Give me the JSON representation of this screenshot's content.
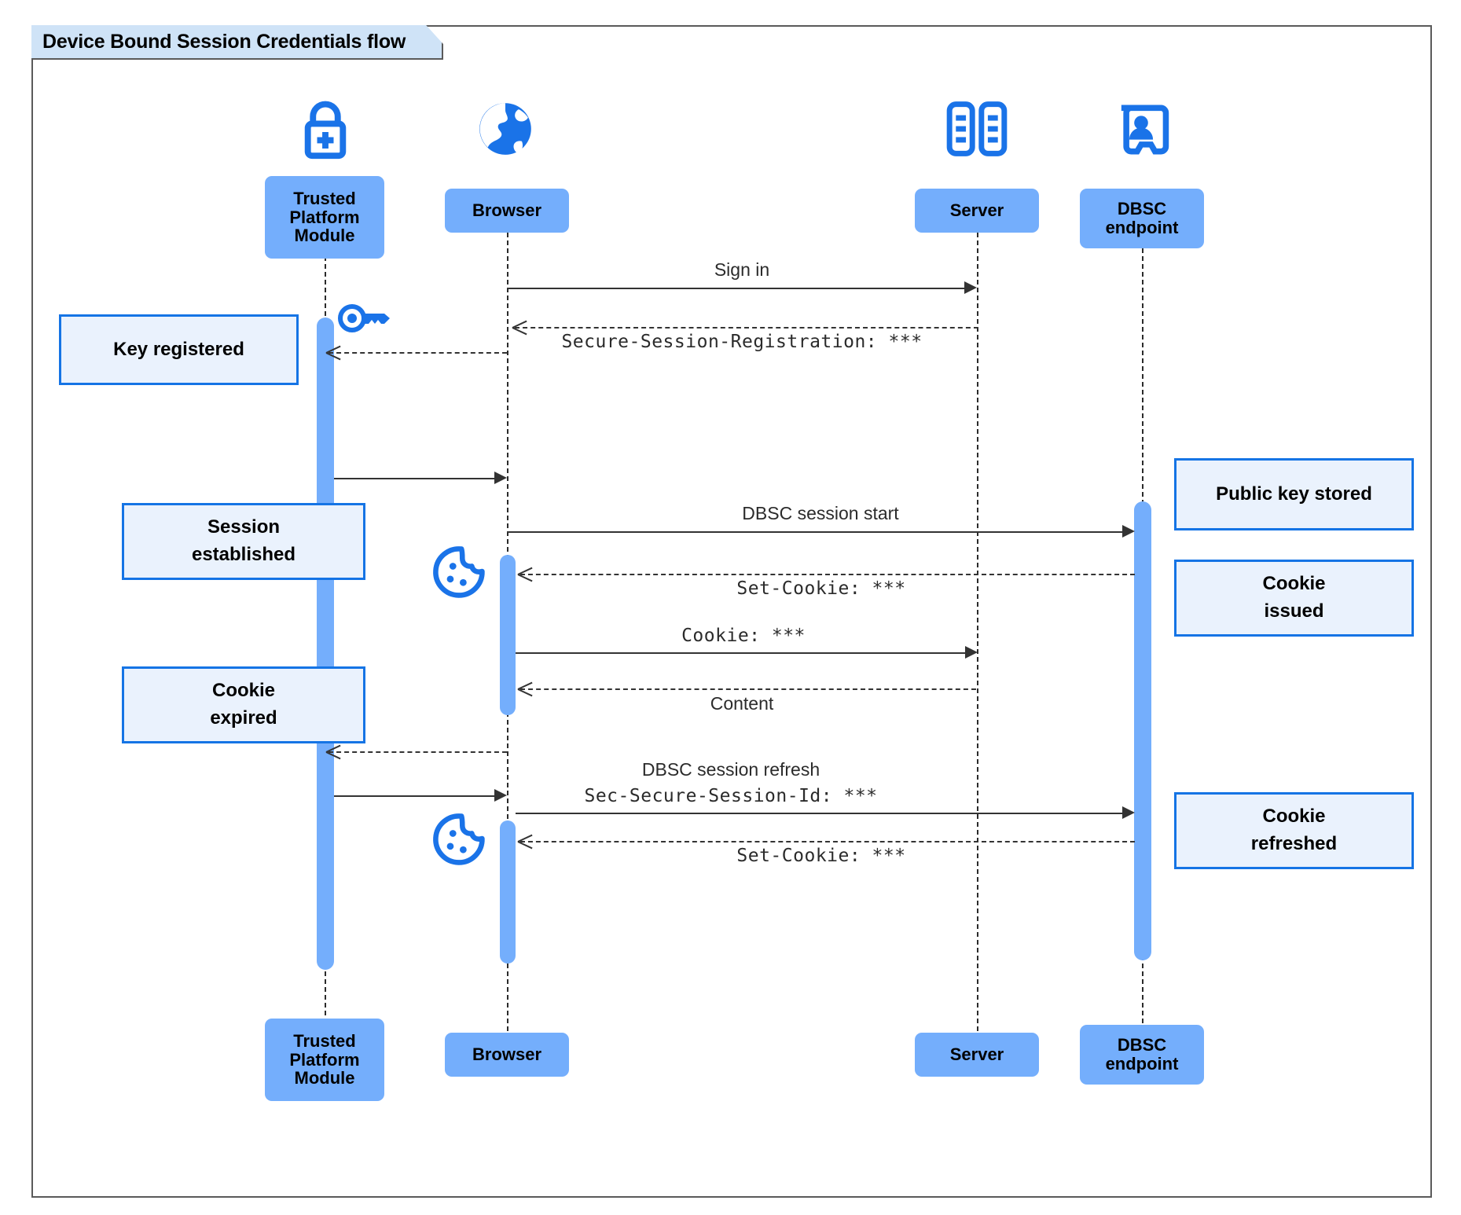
{
  "diagram": {
    "title": "Device Bound Session Credentials flow",
    "type": "sequence",
    "colors": {
      "participant_fill": "#74aefc",
      "note_fill": "#eaf2fd",
      "note_border": "#1574e5",
      "icon_blue": "#1a73e8",
      "line": "#333333",
      "frame_border": "#5a5a5a",
      "tab_fill": "#cfe3f7"
    }
  },
  "participants": [
    {
      "id": "tpm",
      "label": "Trusted\nPlatform\nModule",
      "label_lines": [
        "Trusted",
        "Platform",
        "Module"
      ],
      "icon": "lock-plus-icon"
    },
    {
      "id": "browser",
      "label": "Browser",
      "label_lines": [
        "Browser"
      ],
      "icon": "globe-icon"
    },
    {
      "id": "server",
      "label": "Server",
      "label_lines": [
        "Server"
      ],
      "icon": "server-rack-icon"
    },
    {
      "id": "dbsc",
      "label": "DBSC\nendpoint",
      "label_lines": [
        "DBSC",
        "endpoint"
      ],
      "icon": "id-badge-icon"
    }
  ],
  "messages": [
    {
      "id": "m1",
      "from": "browser",
      "to": "server",
      "label": "Sign in",
      "style": "solid",
      "font": "sans"
    },
    {
      "id": "m2",
      "from": "server",
      "to": "browser",
      "label": "Secure-Session-Registration: ***",
      "style": "dashed",
      "font": "mono"
    },
    {
      "id": "m3",
      "from": "tpm",
      "to": "browser",
      "label": "",
      "style": "solid",
      "font": "sans"
    },
    {
      "id": "m4",
      "from": "browser",
      "to": "dbsc",
      "label": "DBSC session start",
      "style": "solid",
      "font": "sans"
    },
    {
      "id": "m5",
      "from": "dbsc",
      "to": "browser",
      "label": "Set-Cookie: ***",
      "style": "dashed",
      "font": "mono"
    },
    {
      "id": "m6",
      "from": "browser",
      "to": "server",
      "label": "Cookie: ***",
      "style": "solid",
      "font": "mono"
    },
    {
      "id": "m7",
      "from": "server",
      "to": "browser",
      "label": "Content",
      "style": "dashed",
      "font": "sans"
    },
    {
      "id": "m8",
      "from": "browser",
      "to": "tpm",
      "label": "",
      "style": "dashed",
      "font": "sans"
    },
    {
      "id": "m9",
      "from": "tpm",
      "to": "dbsc",
      "label_line1": "DBSC session refresh",
      "label_line2": "Sec-Secure-Session-Id: ***",
      "style": "solid",
      "font": "mixed"
    },
    {
      "id": "m10",
      "from": "dbsc",
      "to": "browser",
      "label": "Set-Cookie: ***",
      "style": "dashed",
      "font": "mono"
    }
  ],
  "notes": [
    {
      "id": "n1",
      "text": "Key registered",
      "lines": [
        "Key registered"
      ],
      "side": "left-of-tpm"
    },
    {
      "id": "n2",
      "text": "Session established",
      "lines": [
        "Session",
        "established"
      ],
      "side": "over-tpm"
    },
    {
      "id": "n3",
      "text": "Cookie expired",
      "lines": [
        "Cookie",
        "expired"
      ],
      "side": "over-tpm"
    },
    {
      "id": "n4",
      "text": "Public key stored",
      "lines": [
        "Public key stored"
      ],
      "side": "right-of-dbsc"
    },
    {
      "id": "n5",
      "text": "Cookie issued",
      "lines": [
        "Cookie",
        "issued"
      ],
      "side": "right-of-dbsc"
    },
    {
      "id": "n6",
      "text": "Cookie refreshed",
      "lines": [
        "Cookie",
        "refreshed"
      ],
      "side": "right-of-dbsc"
    }
  ],
  "decorations": [
    {
      "id": "d1",
      "icon": "key-icon",
      "near": "tpm-activation-start"
    },
    {
      "id": "d2",
      "icon": "cookie-icon",
      "near": "browser-set-cookie-1"
    },
    {
      "id": "d3",
      "icon": "cookie-icon",
      "near": "browser-set-cookie-2"
    }
  ]
}
